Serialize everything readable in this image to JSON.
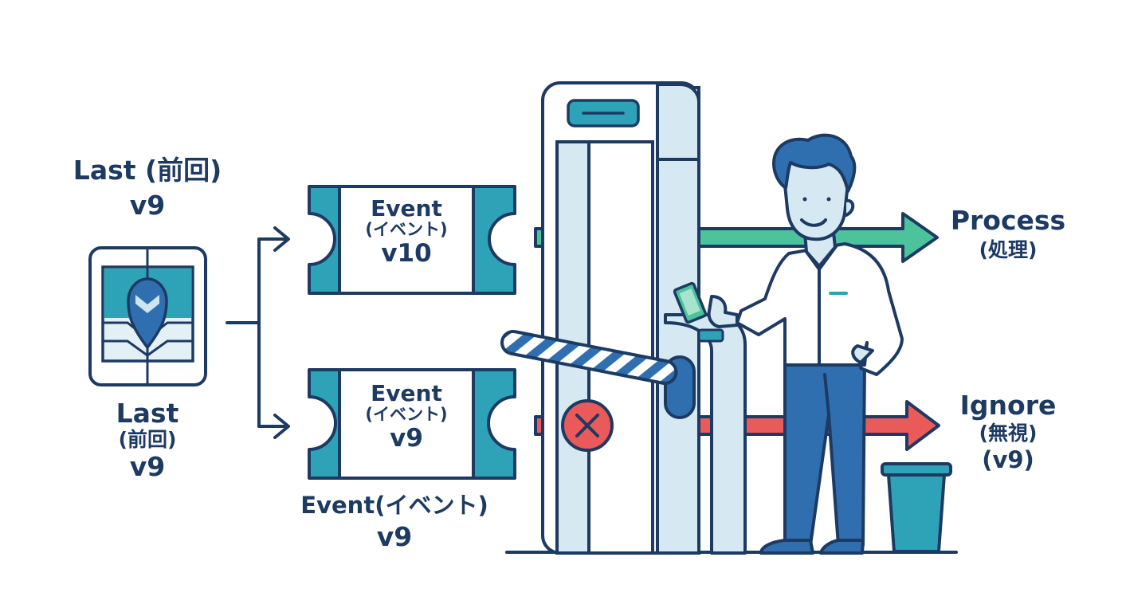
{
  "last_top": {
    "label": "Last",
    "label_jp": "(前回)",
    "version": "v9"
  },
  "last_bottom": {
    "label": "Last",
    "label_jp": "(前回)",
    "version": "v9"
  },
  "ticket_new": {
    "label": "Event",
    "label_jp": "(イベント)",
    "version": "v10"
  },
  "ticket_old": {
    "label": "Event",
    "label_jp": "(イベント)",
    "version": "v9"
  },
  "event_caption": {
    "label": "Event(イベント)",
    "version": "v9"
  },
  "process": {
    "label": "Process",
    "label_jp": "(処理)"
  },
  "ignore": {
    "label": "Ignore",
    "label_jp": "(無視)",
    "version": "(v9)"
  },
  "colors": {
    "navy": "#1d3a63",
    "teal": "#2ea3b7",
    "green": "#4cc39a",
    "red": "#ea5a5a",
    "light": "#d6e9f2",
    "blue": "#2f6fb0"
  },
  "icons": [
    "map-pin-icon",
    "ticket-icon",
    "gate-icon",
    "barrier-icon",
    "reject-x-icon",
    "trash-bin-icon",
    "person-icon",
    "phone-icon"
  ]
}
